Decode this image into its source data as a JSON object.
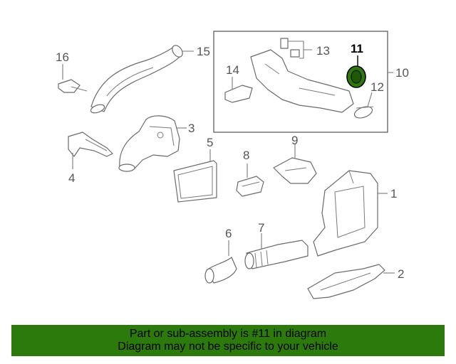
{
  "diagram": {
    "highlight_color": "#2d7a0c",
    "callouts": {
      "c1": "1",
      "c2": "2",
      "c3": "3",
      "c4": "4",
      "c5": "5",
      "c6": "6",
      "c7": "7",
      "c8": "8",
      "c9": "9",
      "c10": "10",
      "c11": "11",
      "c12": "12",
      "c13": "13",
      "c14": "14",
      "c15": "15",
      "c16": "16"
    }
  },
  "banner": {
    "line1": "Part or sub-assembly is #11 in diagram",
    "line2": "Diagram may not be specific to your vehicle"
  }
}
